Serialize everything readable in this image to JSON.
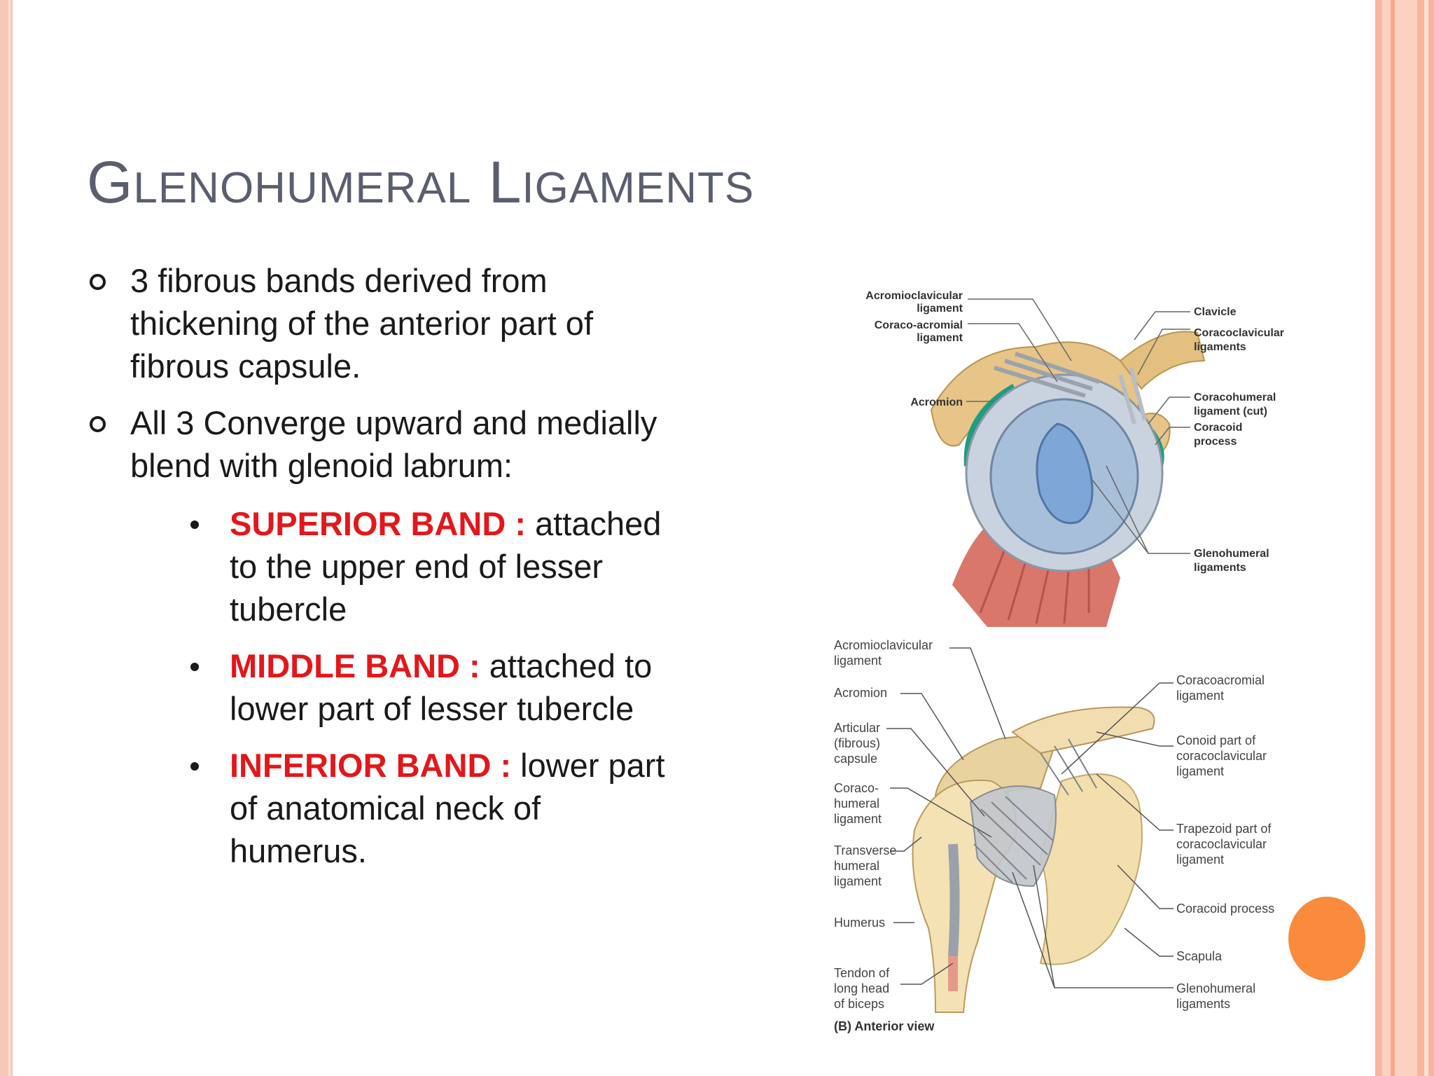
{
  "slide": {
    "title_initial_1": "G",
    "title_rest_1": "LENOHUMERAL",
    "title_initial_2": "L",
    "title_rest_2": "IGAMENTS",
    "bullet_1": "3 fibrous bands derived from thickening of the anterior part of fibrous capsule.",
    "bullet_2": "All  3 Converge upward and medially blend with glenoid labrum:",
    "bands": [
      {
        "name": "SUPERIOR BAND :",
        "text": " attached to the upper end of lesser tubercle"
      },
      {
        "name": "MIDDLE BAND :",
        "text": " attached to lower part of lesser tubercle"
      },
      {
        "name": "INFERIOR BAND :",
        "text": "  lower part of anatomical neck of humerus."
      }
    ]
  },
  "figure_top": {
    "labels": {
      "acromioclavicular_1": "Acromioclavicular",
      "acromioclavicular_2": "ligament",
      "coracoacromial_1": "Coraco-acromial",
      "coracoacromial_2": "ligament",
      "acromion": "Acromion",
      "clavicle": "Clavicle",
      "coracoclavicular_1": "Coracoclavicular",
      "coracoclavicular_2": "ligaments",
      "coracohumeral_1": "Coracohumeral",
      "coracohumeral_2": "ligament (cut)",
      "coracoid_1": "Coracoid",
      "coracoid_2": "process",
      "glenohumeral_1": "Glenohumeral",
      "glenohumeral_2": "ligaments"
    }
  },
  "figure_bottom": {
    "labels": {
      "acromioclavicular_1": "Acromioclavicular",
      "acromioclavicular_2": "ligament",
      "acromion": "Acromion",
      "articular_1": "Articular",
      "articular_2": "(fibrous)",
      "articular_3": "capsule",
      "coracohumeral_1": "Coraco-",
      "coracohumeral_2": "humeral",
      "coracohumeral_3": "ligament",
      "transverse_1": "Transverse",
      "transverse_2": "humeral",
      "transverse_3": "ligament",
      "humerus": "Humerus",
      "tendon_1": "Tendon of",
      "tendon_2": "long head",
      "tendon_3": "of biceps",
      "caption": "(B) Anterior view",
      "coracoacromial_1": "Coracoacromial",
      "coracoacromial_2": "ligament",
      "conoid_1": "Conoid part of",
      "conoid_2": "coracoclavicular",
      "conoid_3": "ligament",
      "trapezoid_1": "Trapezoid part of",
      "trapezoid_2": "coracoclavicular",
      "trapezoid_3": "ligament",
      "coracoid": "Coracoid process",
      "scapula": "Scapula",
      "glenohumeral_1": "Glenohumeral",
      "glenohumeral_2": "ligaments"
    }
  },
  "colors": {
    "title": "#5a5e6e",
    "band_highlight": "#e3171b",
    "frame": "#f7c8b8",
    "accent_circle": "#fa8a3c"
  }
}
